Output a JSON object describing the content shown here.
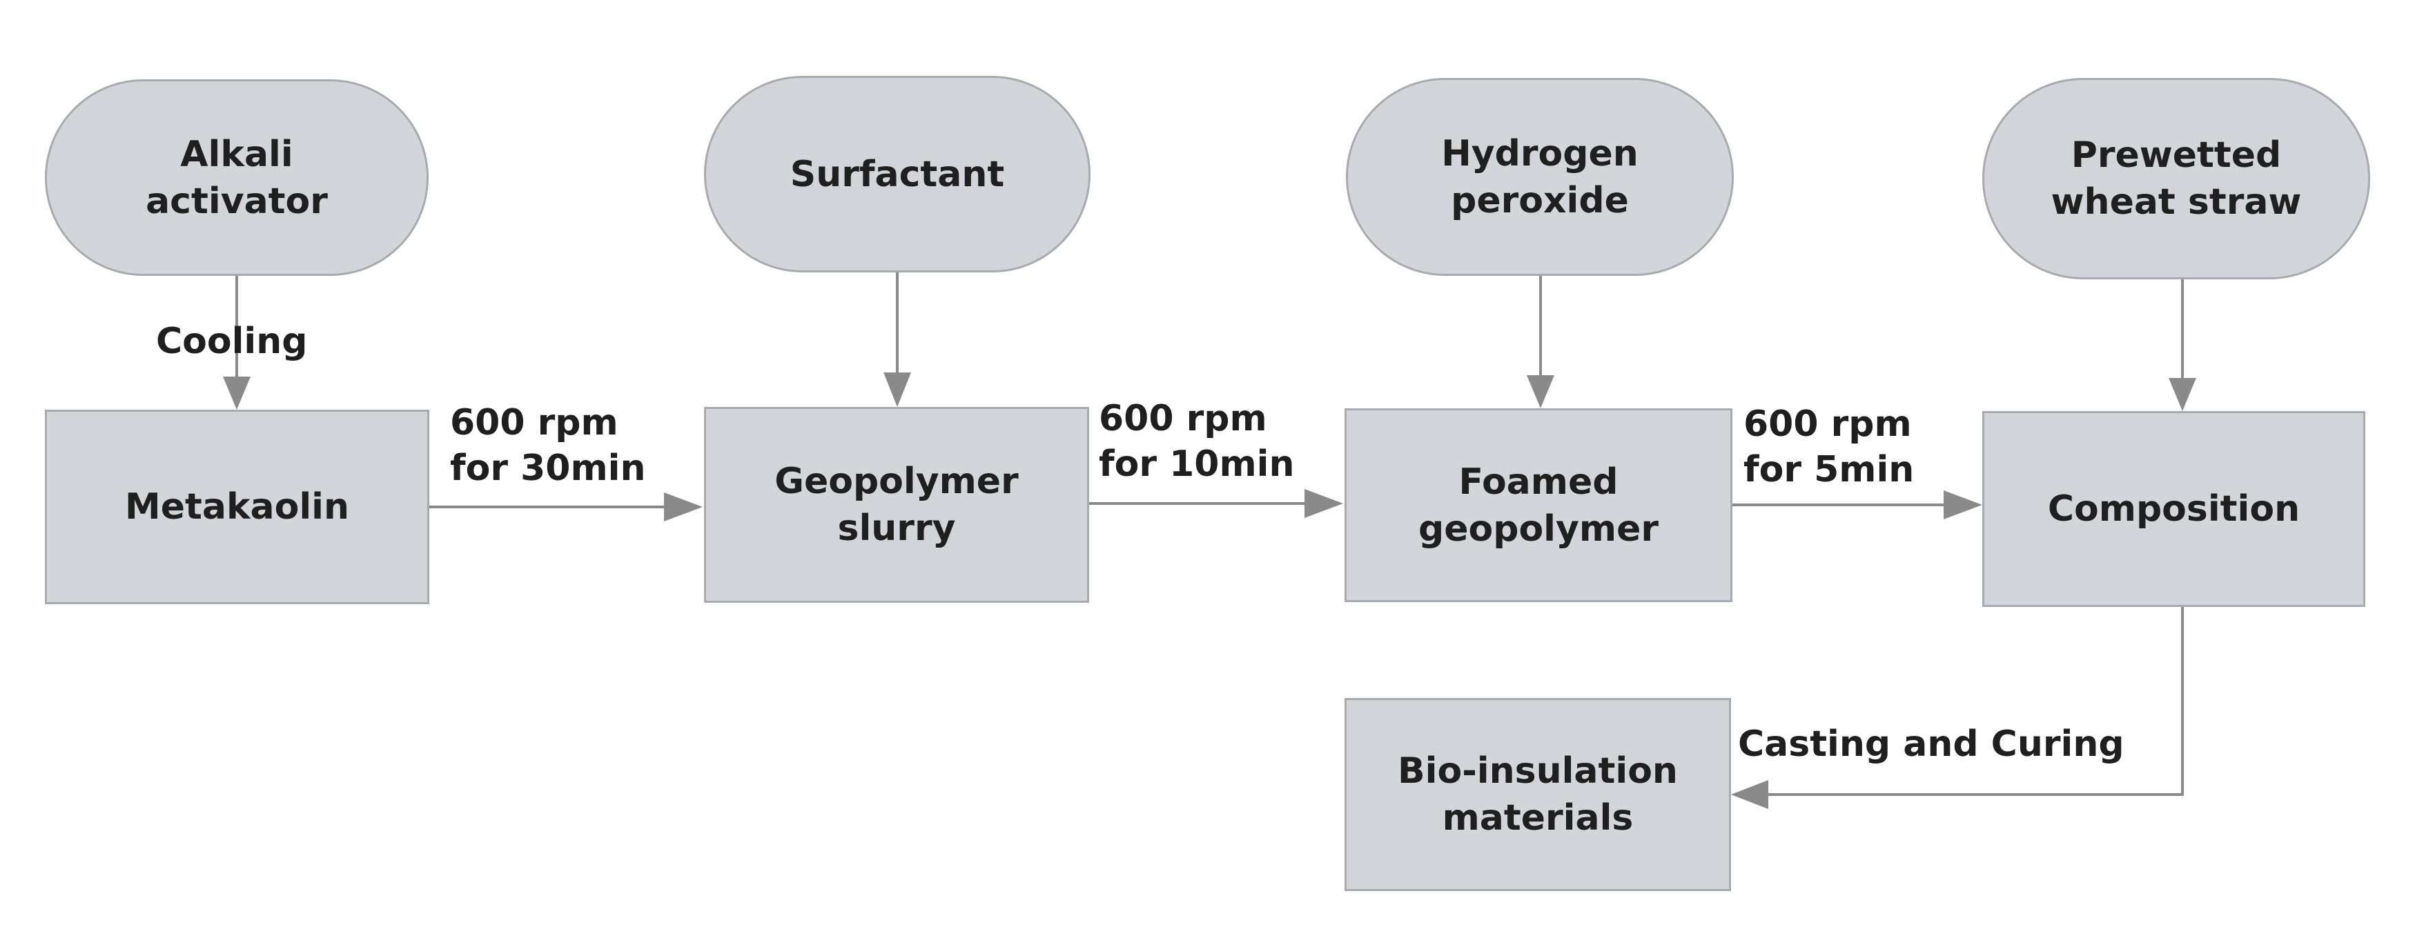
{
  "diagram": {
    "inputs": {
      "alkali_activator": "Alkali\nactivator",
      "surfactant": "Surfactant",
      "hydrogen_peroxide": "Hydrogen\nperoxide",
      "prewetted_wheat_straw": "Prewetted\nwheat straw"
    },
    "process": {
      "metakaolin": "Metakaolin",
      "geopolymer_slurry": "Geopolymer\nslurry",
      "foamed_geopolymer": "Foamed\ngeopolymer",
      "composition": "Composition",
      "bio_insulation_materials": "Bio-insulation\nmaterials"
    },
    "edge_labels": {
      "cooling": "Cooling",
      "mix_1": "600 rpm\nfor 30min",
      "mix_2": "600 rpm\nfor 10min",
      "mix_3": "600 rpm\nfor 5min",
      "casting_curing": "Casting and Curing"
    },
    "colors": {
      "node_fill": "#d2d5d9",
      "node_border": "#a7abb0",
      "connector": "#8a8a8a",
      "text": "#1f1f1f"
    }
  }
}
